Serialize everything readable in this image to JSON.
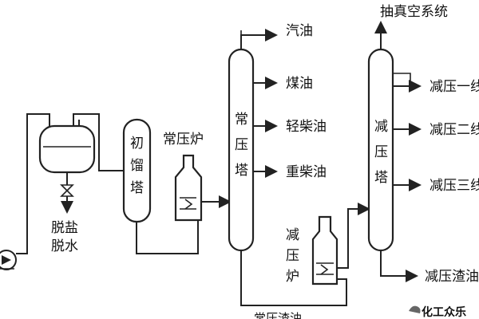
{
  "labels": {
    "vacuum_system": "抽真空系统",
    "gasoline": "汽油",
    "kerosene": "煤油",
    "light_diesel": "轻柴油",
    "heavy_diesel": "重柴油",
    "vac_1": "减压一线",
    "vac_2": "减压二线",
    "vac_3": "减压三线",
    "vac_residue": "减压渣油",
    "atm_furnace": "常压炉",
    "desalt_line1": "脱盐",
    "desalt_line2": "脱水",
    "bottom_partial": "常压渣油"
  },
  "towers": {
    "pre_flash": [
      "初",
      "馏",
      "塔"
    ],
    "atmospheric": [
      "常",
      "压",
      "塔"
    ],
    "vacuum": [
      "减",
      "压",
      "塔"
    ],
    "vac_furnace": [
      "减",
      "压",
      "炉"
    ]
  },
  "watermark": "化工众乐"
}
